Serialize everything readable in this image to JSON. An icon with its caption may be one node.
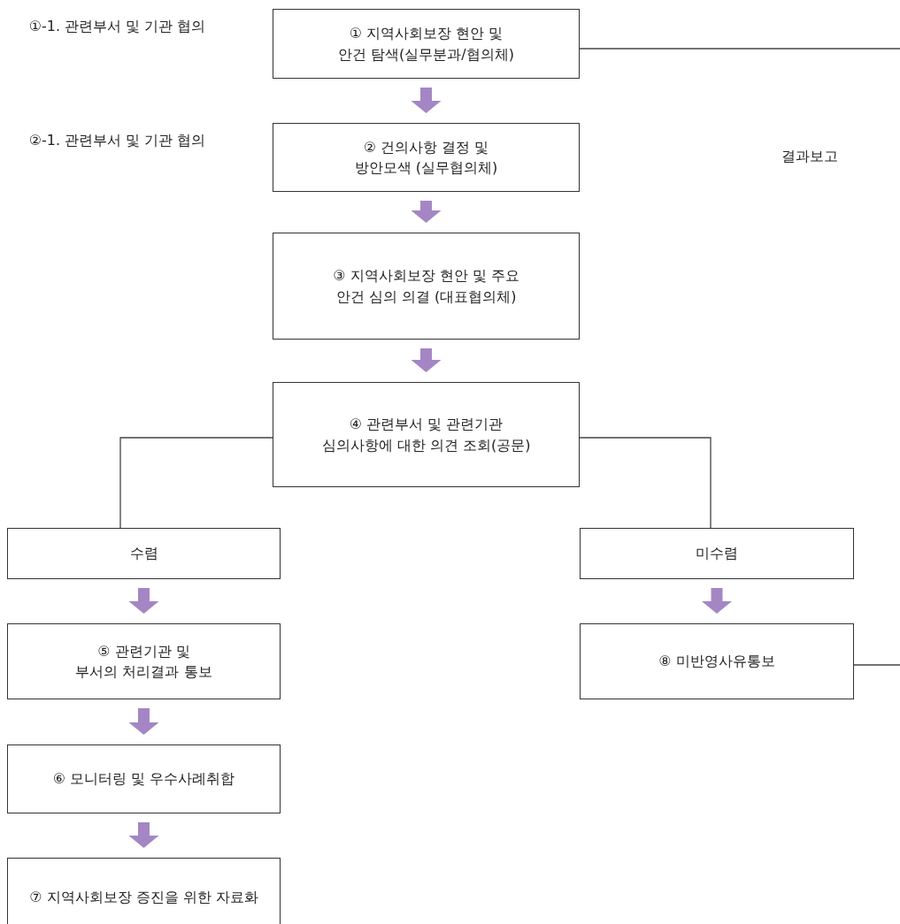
{
  "diagram": {
    "nodes": [
      {
        "text": [
          "① 지역사회보장 현안 및 안건 탐색(실무분과/협의체)"
        ]
      },
      {
        "text": [
          "② 건의사항 결정 및 방안모색 (실무협의체)"
        ]
      },
      {
        "text": [
          "③ 지역사회보장 현안 및 주요 안건 심의 의결 (대표협의체)"
        ]
      },
      {
        "text": [
          "④ 관련부서 및 관련기관 심의사항에 대한 의견 조회(공문)"
        ]
      },
      {
        "text": [
          "수렴"
        ]
      },
      {
        "text": [
          "미수렴"
        ]
      },
      {
        "text": [
          "⑤ 관련기관 및 부서의 처리결과 통보"
        ]
      },
      {
        "text": [
          "⑥ 모니터링 및 우수사례취합"
        ]
      },
      {
        "text": [
          "⑦ 지역사회보장 증진을 위한 자료화"
        ]
      },
      {
        "text": [
          "⑧ 미반영사유통보"
        ]
      }
    ],
    "edges": [
      {
        "from": 0,
        "to": 1,
        "arrow": "to"
      },
      {
        "from": 1,
        "to": 2,
        "arrow": "to"
      },
      {
        "from": 2,
        "to": 3,
        "arrow": "to"
      },
      {
        "from": 3,
        "to": 4,
        "arrow": "none",
        "color": "#444444"
      },
      {
        "from": 3,
        "to": 5,
        "arrow": "none",
        "color": "#444444"
      },
      {
        "from": 4,
        "to": 6,
        "arrow": "to"
      },
      {
        "from": 6,
        "to": 7,
        "arrow": "to"
      },
      {
        "from": 7,
        "to": 8,
        "arrow": "to"
      },
      {
        "from": 5,
        "to": 9,
        "arrow": "to"
      },
      {
        "from": 0,
        "to": null,
        "arrow": "none",
        "color": "#444444"
      },
      {
        "from": 9,
        "to": null,
        "arrow": "none",
        "color": "#444444"
      }
    ],
    "labels": [
      "①-1. 관련부서 및 기관 협의",
      "②-1. 관련부서 및 기관 협의",
      "결과보고"
    ]
  }
}
